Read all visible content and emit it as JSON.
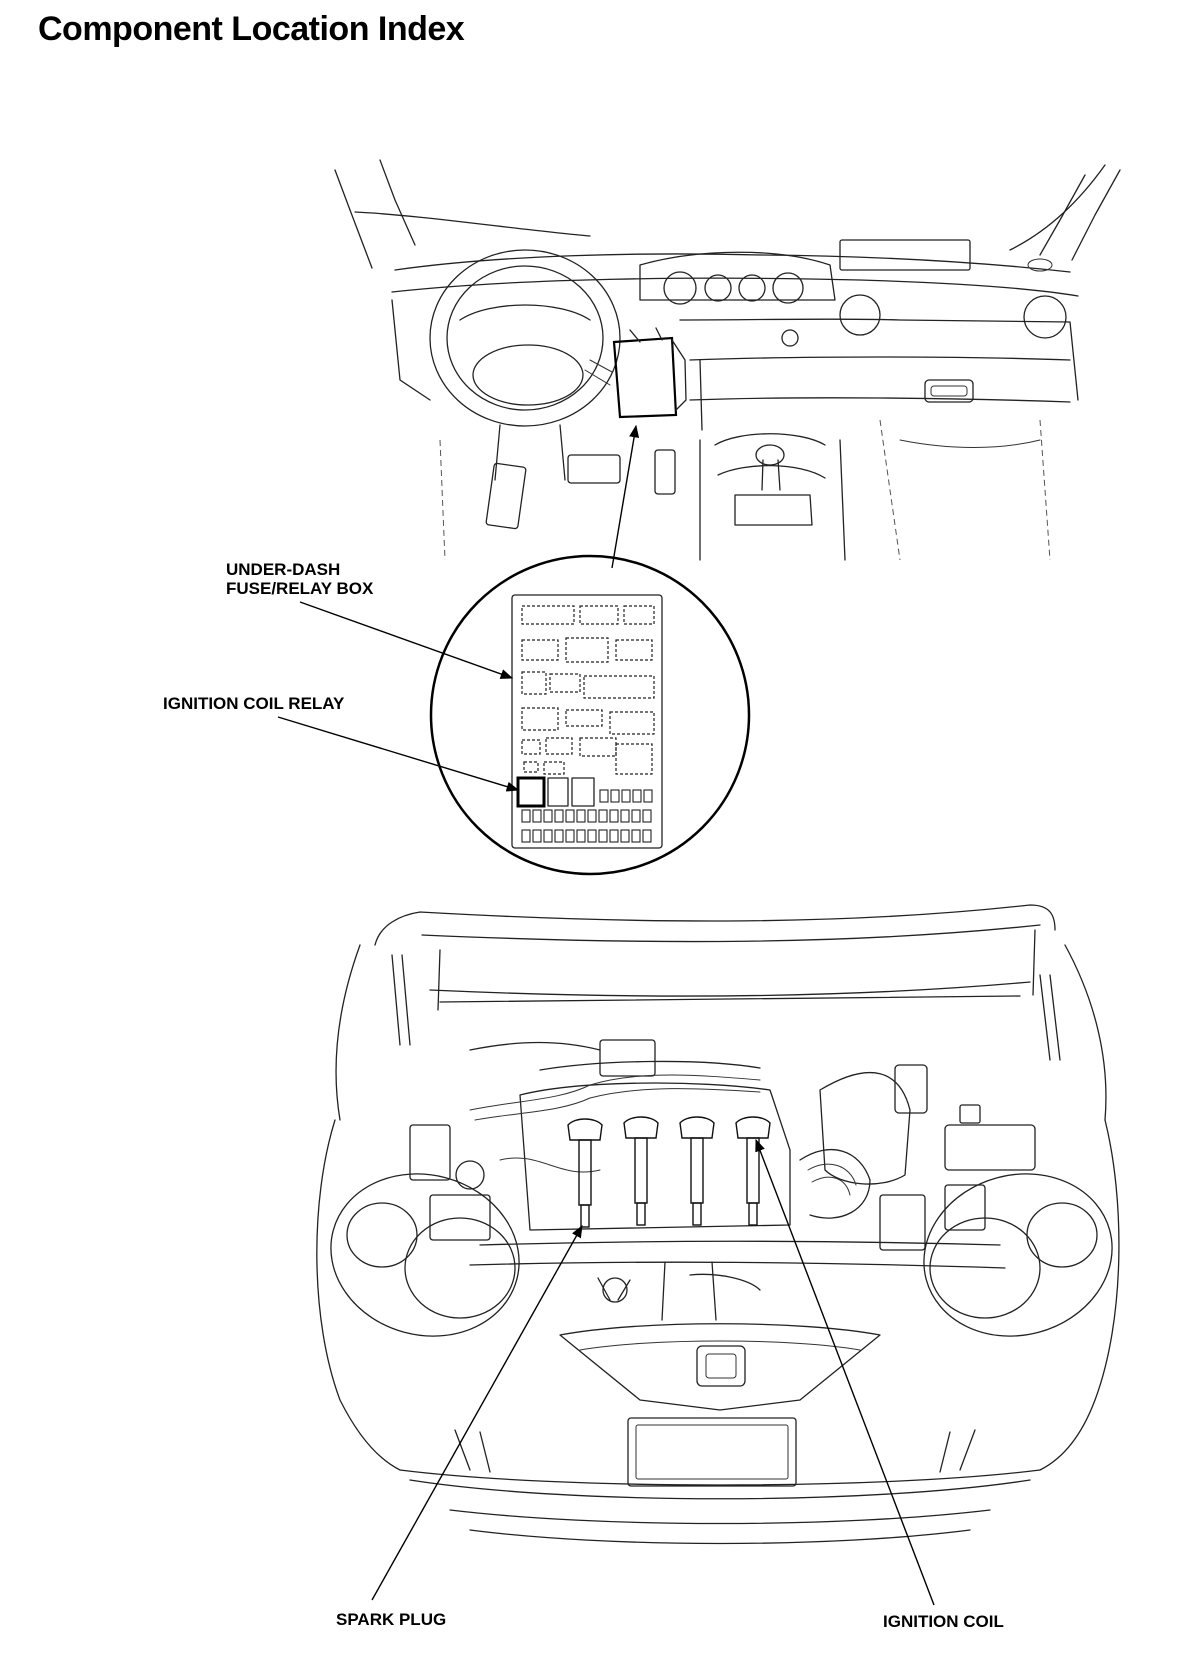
{
  "page": {
    "title": "Component Location Index"
  },
  "labels": {
    "under_dash_line1": "UNDER-DASH",
    "under_dash_line2": "FUSE/RELAY BOX",
    "ignition_coil_relay": "IGNITION COIL RELAY",
    "spark_plug": "SPARK PLUG",
    "ignition_coil": "IGNITION COIL"
  }
}
